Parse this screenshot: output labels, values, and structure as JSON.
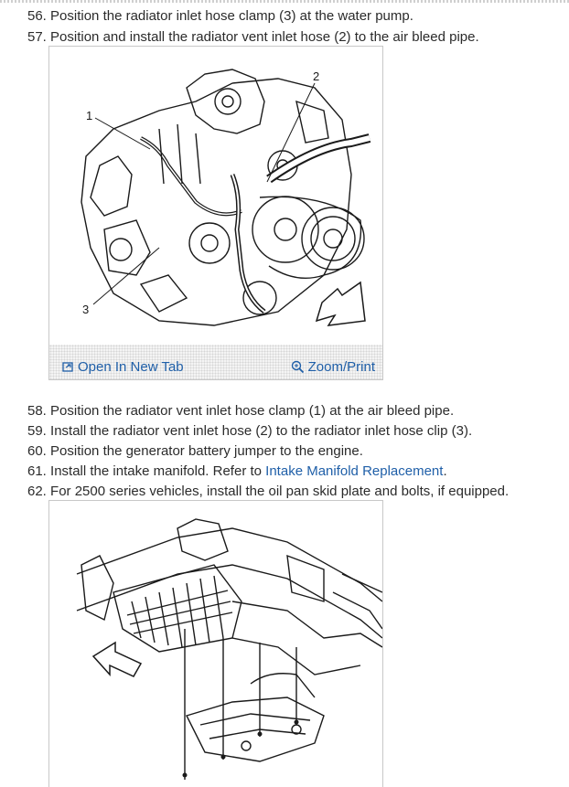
{
  "steps_top": [
    {
      "number": "56.",
      "text": "Position the radiator inlet hose clamp (3) at the water pump."
    },
    {
      "number": "57.",
      "text": "Position and install the radiator vent inlet hose (2) to the air bleed pipe."
    }
  ],
  "figure1": {
    "callouts": [
      "1",
      "2",
      "3"
    ],
    "open_tab_label": "Open In New Tab",
    "zoom_label": "Zoom/Print",
    "open_tab_icon": "open-in-new-tab-icon",
    "zoom_icon": "magnifier-icon"
  },
  "steps_bottom": [
    {
      "number": "58.",
      "text": "Position the radiator vent inlet hose clamp (1) at the air bleed pipe."
    },
    {
      "number": "59.",
      "text": "Install the radiator vent inlet hose (2) to the radiator inlet hose clip (3)."
    },
    {
      "number": "60.",
      "text": "Position the generator battery jumper to the engine."
    },
    {
      "number": "61.",
      "text_before": "Install the intake manifold. Refer to",
      "link": "Intake Manifold Replacement",
      "text_after": "."
    },
    {
      "number": "62.",
      "text": "For 2500 series vehicles, install the oil pan skid plate and bolts, if equipped."
    }
  ],
  "colors": {
    "link": "#1f5fa8",
    "text": "#2b2b2b"
  }
}
